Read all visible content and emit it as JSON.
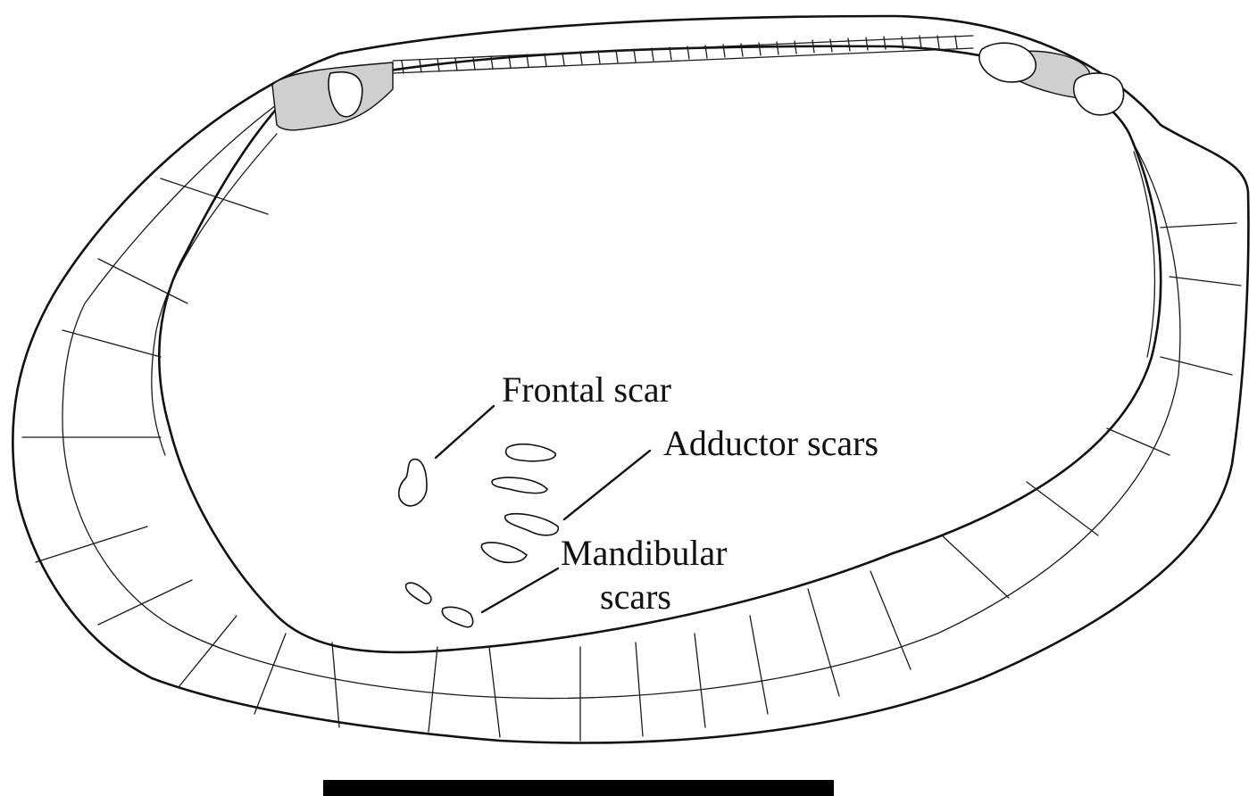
{
  "labels": {
    "frontal": "Frontal scar",
    "adductor": "Adductor scars",
    "mandibular_line1": "Mandibular",
    "mandibular_line2": "scars"
  },
  "colors": {
    "ink": "#111111",
    "paper": "#ffffff",
    "stipple": "#cfcfcf",
    "scale_bar": "#000000"
  }
}
